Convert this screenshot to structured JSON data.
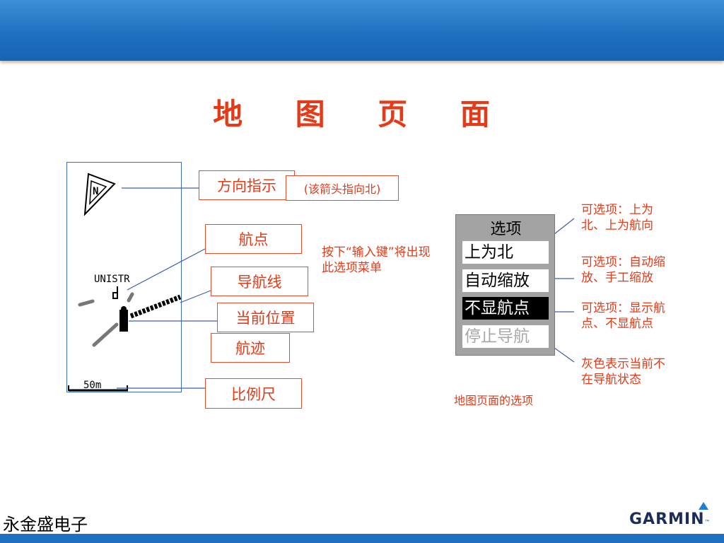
{
  "slide": {
    "title": "地 图 页 面",
    "footer_left": "永金盛电子",
    "footer_logo": "GARMIN",
    "footer_logo_mark": "™"
  },
  "map": {
    "waypoint_label": "UNISTR",
    "scale_label": "50m",
    "north_label": "N"
  },
  "callouts": {
    "direction": "方向指示",
    "direction_note": "(该箭头指向北)",
    "waypoint": "航点",
    "nav_line": "导航线",
    "current_position": "当前位置",
    "track": "航迹",
    "scale": "比例尺"
  },
  "instruction": "按下“输入键”将出现此选项菜单",
  "options_menu": {
    "title": "选项",
    "items": [
      {
        "label": "上为北",
        "state": "normal"
      },
      {
        "label": "自动缩放",
        "state": "normal"
      },
      {
        "label": "不显航点",
        "state": "selected"
      },
      {
        "label": "停止导航",
        "state": "disabled"
      }
    ],
    "caption": "地图页面的选项"
  },
  "annotations": [
    "可选项：上为北、上为航向",
    "可选项：自动缩放、手工缩放",
    "可选项：显示航点、不显航点",
    "灰色表示当前不在导航状态"
  ],
  "colors": {
    "accent_red": "#e53a17",
    "bar_blue": "#1f70c0",
    "line_blue": "#3a5fb0"
  }
}
